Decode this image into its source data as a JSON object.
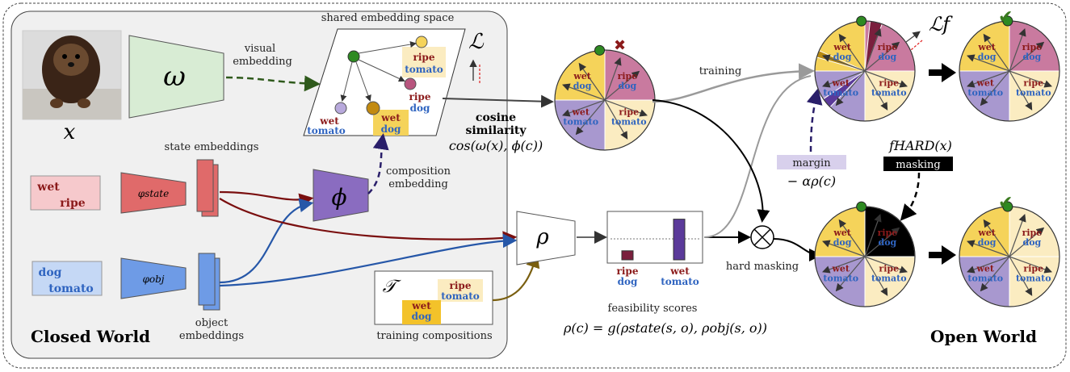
{
  "regions": {
    "closed_world": "Closed World",
    "open_world": "Open World"
  },
  "input": {
    "symbol": "x"
  },
  "visual_encoder": {
    "symbol": "ω",
    "edge_label_1": "visual",
    "edge_label_2": "embedding"
  },
  "shared_space": {
    "title": "shared embedding space",
    "loss_symbol": "ℒ",
    "nodes": [
      {
        "label_top": "ripe",
        "label_bottom": "tomato"
      },
      {
        "label_top": "ripe",
        "label_bottom": "dog"
      },
      {
        "label_top": "wet",
        "label_bottom": "tomato"
      },
      {
        "label_top": "wet",
        "label_bottom": "dog"
      }
    ]
  },
  "cosine": {
    "line1": "cosine",
    "line2": "similarity",
    "formula": "cos(ω(x), ϕ(c))"
  },
  "state_embeddings": {
    "label": "state embeddings",
    "input_top": "wet",
    "input_bottom": "ripe",
    "encoder": "φstate"
  },
  "object_embeddings": {
    "label_1": "object",
    "label_2": "embeddings",
    "input_top": "dog",
    "input_bottom": "tomato",
    "encoder": "φobj"
  },
  "composition": {
    "symbol": "ϕ",
    "label_1": "composition",
    "label_2": "embedding"
  },
  "rho": {
    "symbol": "ρ"
  },
  "training_compositions": {
    "symbol": "𝒯",
    "label": "training compositions",
    "item_a_top": "ripe",
    "item_a_bottom": "tomato",
    "item_b_top": "wet",
    "item_b_bottom": "dog"
  },
  "feasibility": {
    "label": "feasibility scores",
    "formula": "ρ(c) = g(ρstate(s, o), ρobj(s, o))",
    "bars": [
      {
        "top": "ripe",
        "bottom": "dog",
        "value": 0.2,
        "color": "#7a1f3d"
      },
      {
        "top": "wet",
        "bottom": "tomato",
        "value": 0.9,
        "color": "#5b3a9a"
      }
    ]
  },
  "training_edge": "training",
  "margin": {
    "label": "margin",
    "formula": "− αρ(c)"
  },
  "hard_masking": {
    "label": "hard masking",
    "fn": "fHARD(x)",
    "masking": "masking"
  },
  "loss_f": "ℒf",
  "wheel_labels": {
    "wet_dog": [
      "wet",
      "dog"
    ],
    "ripe_dog": [
      "ripe",
      "dog"
    ],
    "ripe_tomato": [
      "ripe",
      "tomato"
    ],
    "wet_tomato": [
      "wet",
      "tomato"
    ]
  },
  "colors": {
    "closed_bg": "#f0f0f0",
    "visual_trap": "#d8ecd4",
    "state": "#e06a6a",
    "object": "#6e9be6",
    "compose": "#8a6cc0",
    "yellow": "#f5d35a",
    "pink": "#c97a9f",
    "lavender": "#a898cf",
    "cream": "#fbecc1"
  }
}
